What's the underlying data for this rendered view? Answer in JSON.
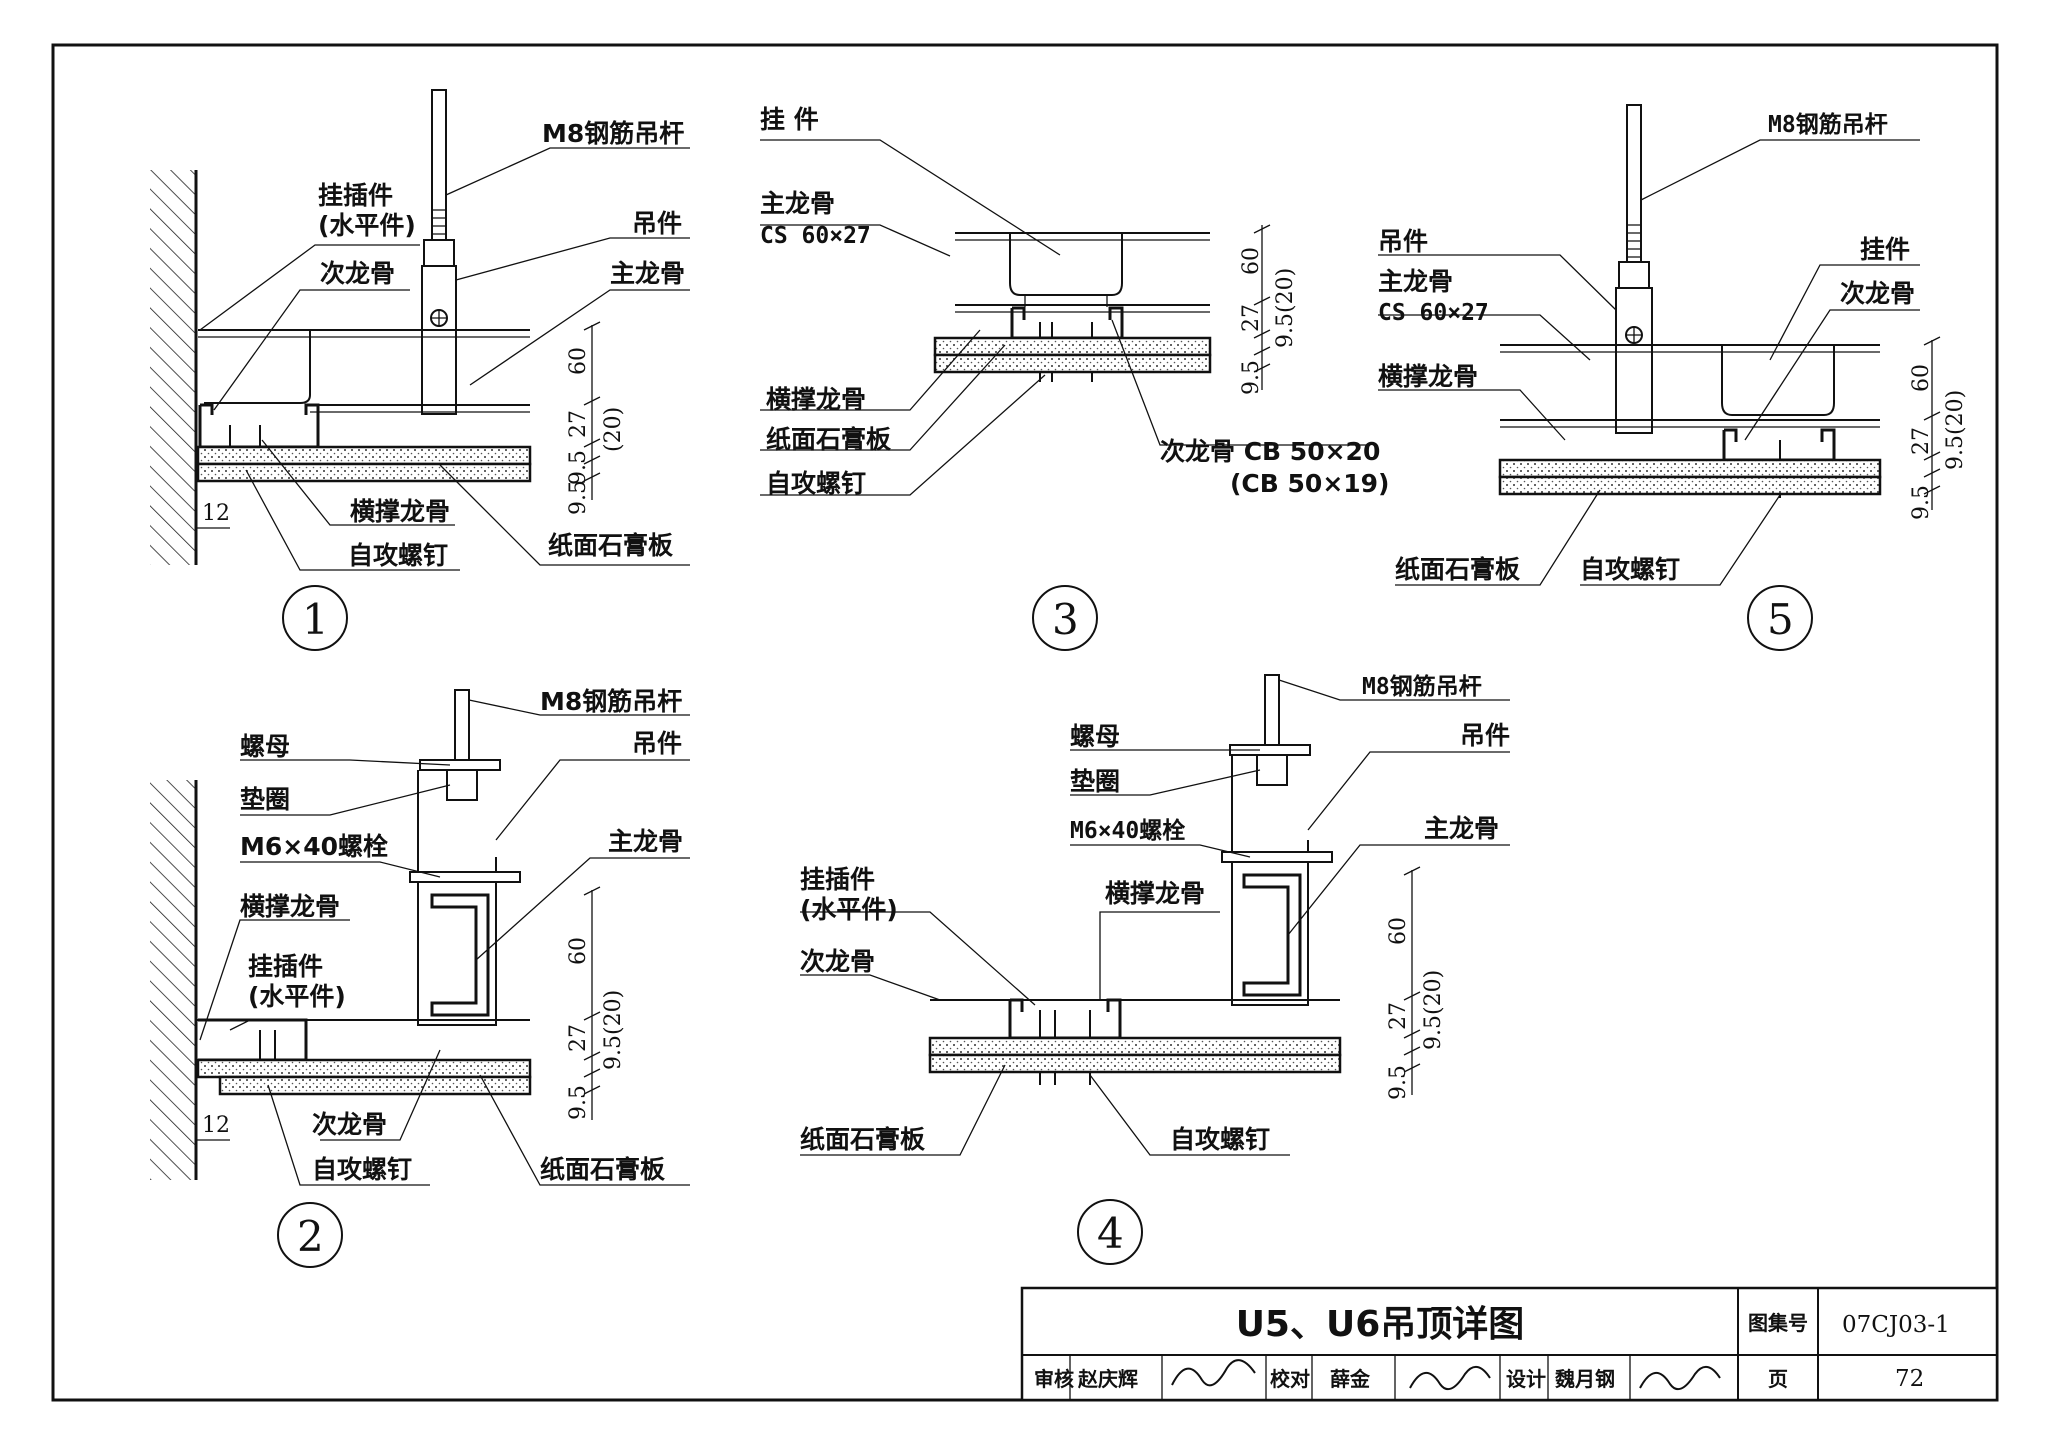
{
  "labels": {
    "rod": "M8钢筋吊杆",
    "hanger": "吊件",
    "main_keel": "主龙骨",
    "insert_piece": "挂插件",
    "insert_piece_note": "(水平件)",
    "secondary_keel": "次龙骨",
    "cross_keel": "横撑龙骨",
    "self_tapping_screw": "自攻螺钉",
    "gypsum_board": "纸面石膏板",
    "nut": "螺母",
    "washer": "垫圈",
    "bolt": "M6×40螺栓",
    "clip": "挂件",
    "clip_spaced": "挂 件",
    "main_keel_spec": "CS 60×27",
    "secondary_keel_spec": "次龙骨 CB 50×20",
    "secondary_keel_spec_alt": "(CB 50×19)"
  },
  "dims": {
    "d60": "60",
    "d27": "27",
    "d20": "(20)",
    "d95": "9.5",
    "d95b": "9.5(20)",
    "d12": "12"
  },
  "detail_numbers": [
    "1",
    "2",
    "3",
    "4",
    "5"
  ],
  "title_block": {
    "title": "U5、U6吊顶详图",
    "atlas_label": "图集号",
    "atlas_no": "07CJ03-1",
    "review_label": "审核",
    "reviewer": "赵庆辉",
    "check_label": "校对",
    "checker": "薛金",
    "design_label": "设计",
    "designer": "魏月钢",
    "page_label": "页",
    "page_no": "72"
  }
}
